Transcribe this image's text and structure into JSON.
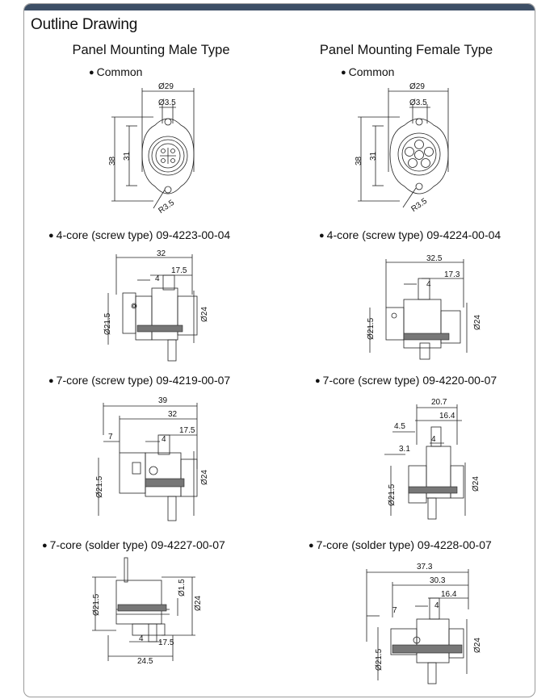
{
  "heading": "Outline Drawing",
  "columns": [
    {
      "title": "Panel Mounting Male Type",
      "common": {
        "label": "Common",
        "dims": {
          "d29": "Ø29",
          "d35": "Ø3.5",
          "h38": "38",
          "h31": "31",
          "r": "R3.5"
        }
      },
      "items": [
        {
          "label": "4-core (screw type) 09-4223-00-04",
          "dims": [
            "32",
            "17.5",
            "4",
            "Ø21.5",
            "Ø24"
          ]
        },
        {
          "label": "7-core (screw type) 09-4219-00-07",
          "dims": [
            "39",
            "32",
            "17.5",
            "7",
            "4",
            "Ø21.5",
            "Ø24"
          ]
        },
        {
          "label": "7-core (solder type) 09-4227-00-07",
          "dims": [
            "Ø21.5",
            "Ø1.5",
            "Ø24",
            "4",
            "17.5",
            "24.5"
          ]
        }
      ]
    },
    {
      "title": "Panel Mounting Female Type",
      "common": {
        "label": "Common",
        "dims": {
          "d29": "Ø29",
          "d35": "Ø3.5",
          "h38": "38",
          "h31": "31",
          "r": "R3.5"
        }
      },
      "items": [
        {
          "label": "4-core (screw type) 09-4224-00-04",
          "dims": [
            "32.5",
            "17.3",
            "4",
            "Ø21.5",
            "Ø24"
          ]
        },
        {
          "label": "7-core (screw type) 09-4220-00-07",
          "dims": [
            "20.7",
            "16.4",
            "4.5",
            "3.1",
            "4",
            "Ø21.5",
            "Ø24"
          ]
        },
        {
          "label": "7-core (solder type) 09-4228-00-07",
          "dims": [
            "37.3",
            "30.3",
            "16.4",
            "7",
            "4",
            "Ø21.5",
            "Ø24"
          ]
        }
      ]
    }
  ]
}
